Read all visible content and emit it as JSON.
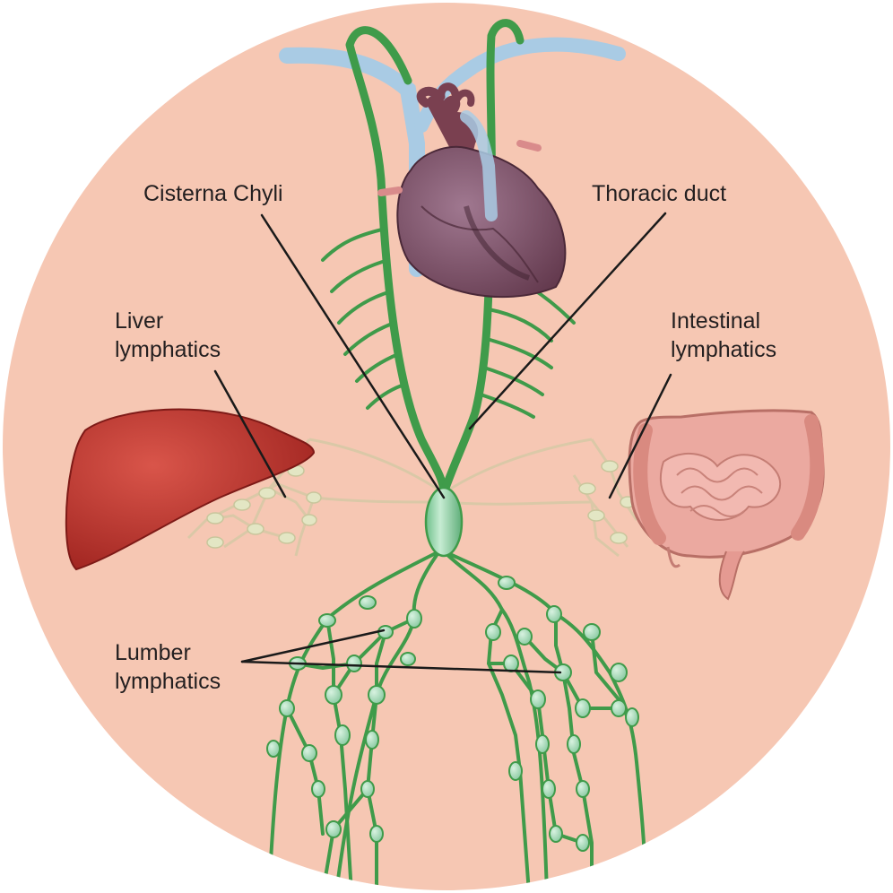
{
  "labels": {
    "cisterna_chyli": "Cisterna Chyli",
    "thoracic_duct": "Thoracic duct",
    "liver": [
      "Liver",
      "lymphatics"
    ],
    "intestinal": [
      "Intestinal",
      "lymphatics"
    ],
    "lumber": [
      "Lumber",
      "lymphatics"
    ]
  },
  "colors": {
    "background_disc": "#f6c7b3",
    "lymph_vessel": "#3f9b4a",
    "lymph_node": "#a6dbb8",
    "faint_vessel": "#d5c7a6",
    "liver": "#b8302a",
    "intestine": "#e7a09a",
    "heart": "#7a4d63",
    "blood_vessel": "#a9cbe4",
    "leader_line": "#1a1a1a"
  }
}
